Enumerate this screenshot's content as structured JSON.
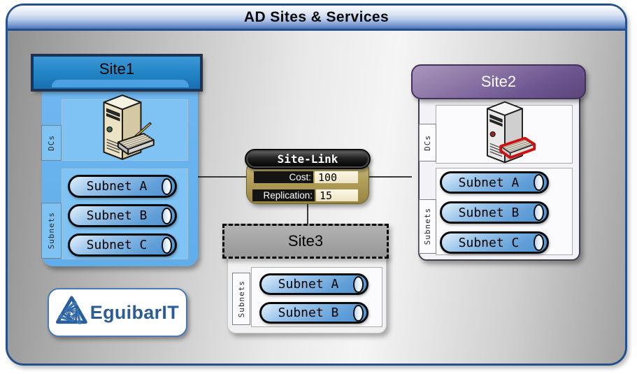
{
  "title_bar": {
    "title": "AD Sites & Services"
  },
  "sites": {
    "site1": {
      "name": "Site1",
      "dcs_label": "DCs",
      "subnets_label": "Subnets",
      "subnets": [
        "Subnet A",
        "Subnet B",
        "Subnet C"
      ]
    },
    "site2": {
      "name": "Site2",
      "dcs_label": "DCs",
      "subnets_label": "Subnets",
      "subnets": [
        "Subnet A",
        "Subnet B",
        "Subnet C"
      ]
    },
    "site3": {
      "name": "Site3",
      "subnets_label": "Subnets",
      "subnets": [
        "Subnet A",
        "Subnet B"
      ]
    }
  },
  "site_link": {
    "title": "Site-Link",
    "rows": [
      {
        "label": "Cost:",
        "value": "100"
      },
      {
        "label": "Replication:",
        "value": "15"
      }
    ]
  },
  "logo": {
    "text": "EguibarIT"
  },
  "icons": {
    "site1_dc": "server-with-keyboard-icon",
    "site2_dc": "server-with-red-keyboard-icon",
    "logo_mark": "eguibar-spiral-triangle-icon"
  },
  "colors": {
    "frame_border": "#24508c",
    "title_bar_blue": "#4e78b6",
    "site1_header_blue": "#2385c6",
    "site1_body_blue": "#66b2ee",
    "site2_header_purple": "#6e5691",
    "site3_header_gray": "#9e9e9e",
    "site_link_gold": "#b4a25e",
    "pill_blue": "#5b9bd5",
    "logo_blue": "#2b5d94"
  }
}
